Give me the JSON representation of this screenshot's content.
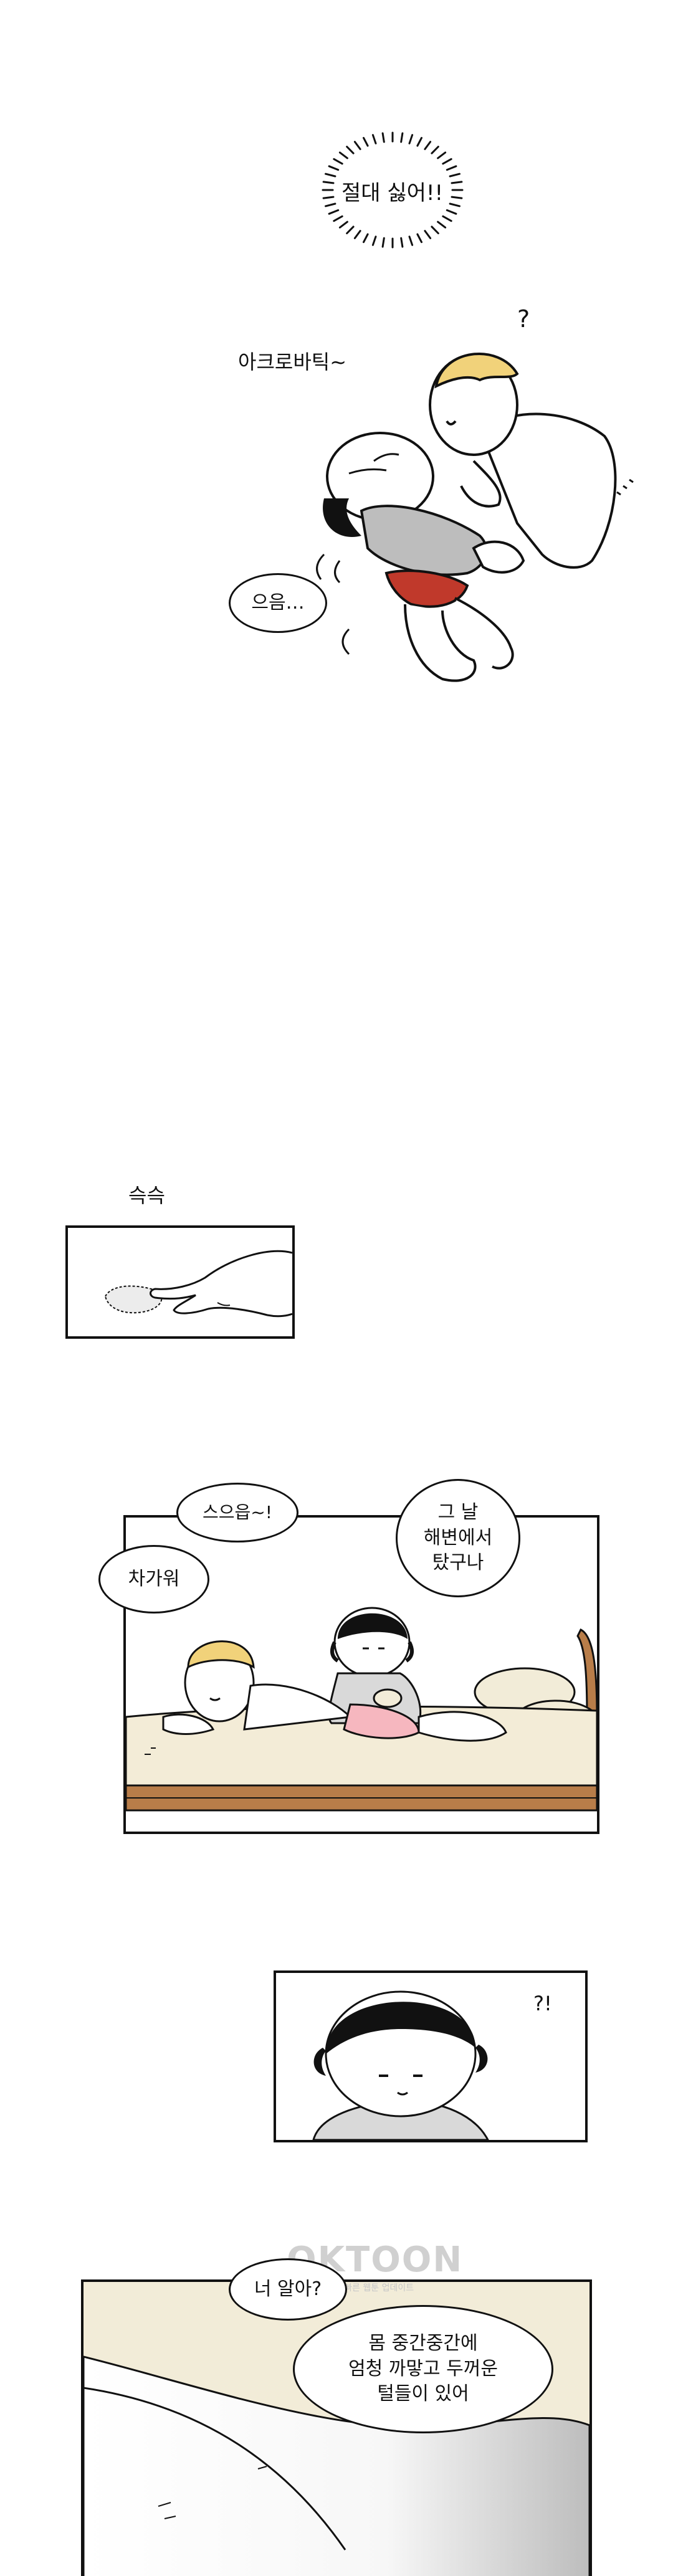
{
  "scene1": {
    "shout": "절대 싫어!!",
    "acrobatic": "아크로바틱~",
    "question": "?",
    "hmm": "으음…"
  },
  "scene2": {
    "sfx": "슥슥"
  },
  "scene3": {
    "slurp": "스으읍~!",
    "cold": "차가워",
    "sunburn": "그 날\n해변에서\n탔구나"
  },
  "scene4": {
    "surprise": "?!"
  },
  "scene5": {
    "watermark": "OKTOON",
    "watermark_sub": "국내에서 가장 빠른 웹툰 업데이트",
    "you_know": "너 알아?",
    "hair": "몸 중간중간에\n엄청 까맣고 두꺼운\n털들이 있어"
  }
}
